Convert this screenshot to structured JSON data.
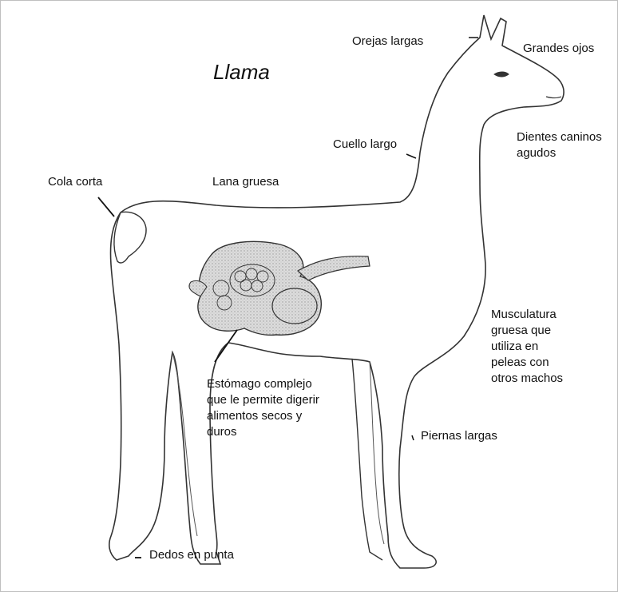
{
  "title": "Llama",
  "labels": {
    "ears": "Orejas largas",
    "eyes": "Grandes ojos",
    "teeth_line1": "Dientes caninos",
    "teeth_line2": "agudos",
    "neck": "Cuello largo",
    "tail": "Cola corta",
    "wool": "Lana gruesa",
    "muscle_line1": "Musculatura",
    "muscle_line2": "gruesa que",
    "muscle_line3": "utiliza en",
    "muscle_line4": "peleas con",
    "muscle_line5": "otros machos",
    "stomach_line1": "Estómago complejo",
    "stomach_line2": "que le permite digerir",
    "stomach_line3": "alimentos secos y",
    "stomach_line4": "duros",
    "legs": "Piernas largas",
    "toes": "Dedos en punta"
  },
  "colors": {
    "outline": "#333333",
    "stomach_fill": "#d9d9d9",
    "background": "#ffffff"
  }
}
